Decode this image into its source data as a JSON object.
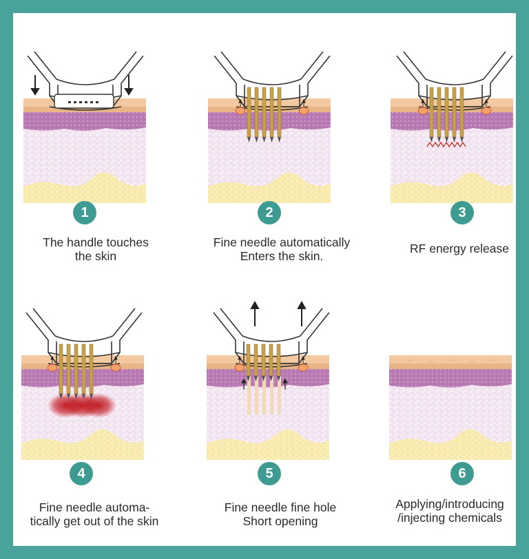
{
  "steps": [
    {
      "number": "1",
      "line1": "The handle touches",
      "line2": "the skin",
      "illustration": "handle-touching-skin"
    },
    {
      "number": "2",
      "line1": "Fine needle automatically",
      "line2": "Enters the skin.",
      "illustration": "needles-entering-skin"
    },
    {
      "number": "3",
      "line1": "RF energy release",
      "line2": "",
      "illustration": "rf-energy-release"
    },
    {
      "number": "4",
      "line1": "Fine needle automa-",
      "line2": "tically get out of the skin",
      "illustration": "needles-with-heat-zone"
    },
    {
      "number": "5",
      "line1": "Fine needle fine hole",
      "line2": "Short opening",
      "illustration": "needles-retracting"
    },
    {
      "number": "6",
      "line1": "Applying/introducing",
      "line2": "/injecting chemicals",
      "illustration": "healed-skin"
    }
  ],
  "colors": {
    "frame": "#48a39a",
    "badge": "#3e9b92",
    "epidermis": "#f2c9a0",
    "dermis": "#b878b2",
    "tissue": "#f3e4f1",
    "fat": "#f6e7a6",
    "needle": "#c8a24a",
    "rf_zigzag": "#c0392b",
    "heat": "#c0151b"
  }
}
